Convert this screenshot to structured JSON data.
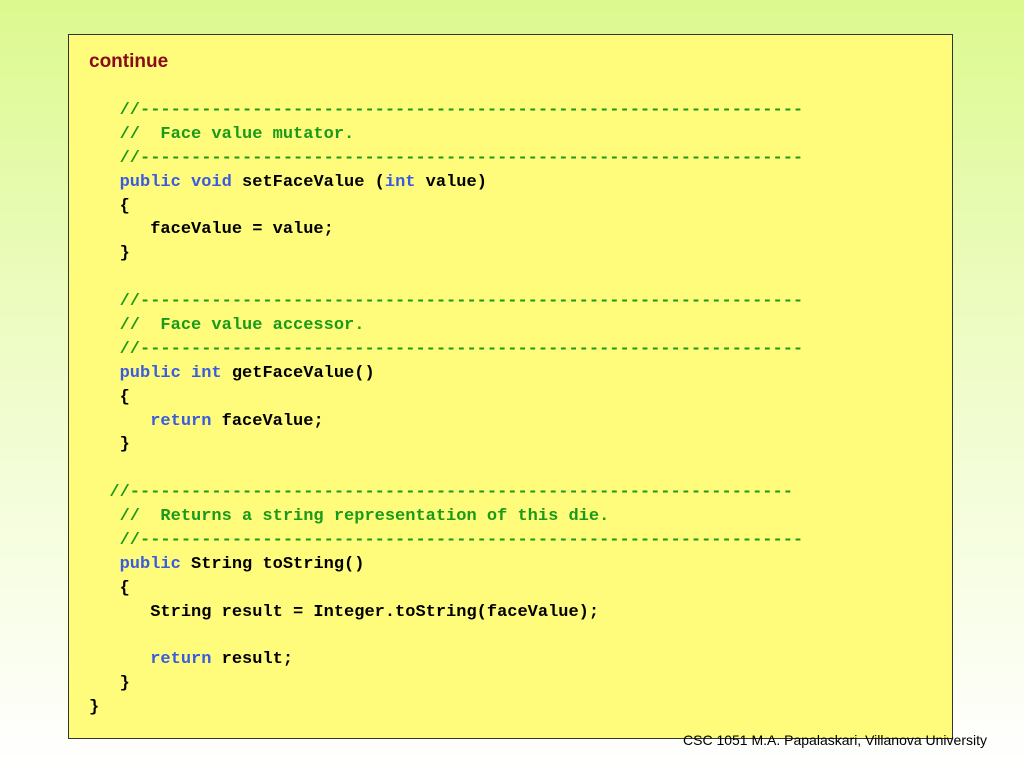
{
  "slide": {
    "heading": "continue",
    "footer": "CSC 1051 M.A. Papalaskari, Villanova University"
  },
  "colors": {
    "heading": "#8b0a1a",
    "comment": "#1a9a1a",
    "keyword": "#3a5be0",
    "plain": "#000000",
    "box_background": "#fffb7b",
    "page_gradient_top": "#dcf98f"
  },
  "code_lines": [
    [
      {
        "t": "comment",
        "s": "   //-----------------------------------------------------------------"
      }
    ],
    [
      {
        "t": "comment",
        "s": "   //  Face value mutator."
      }
    ],
    [
      {
        "t": "comment",
        "s": "   //-----------------------------------------------------------------"
      }
    ],
    [
      {
        "t": "plain",
        "s": "   "
      },
      {
        "t": "keyword",
        "s": "public"
      },
      {
        "t": "plain",
        "s": " "
      },
      {
        "t": "keyword",
        "s": "void"
      },
      {
        "t": "plain",
        "s": " setFaceValue ("
      },
      {
        "t": "keyword",
        "s": "int"
      },
      {
        "t": "plain",
        "s": " value)"
      }
    ],
    [
      {
        "t": "plain",
        "s": "   {"
      }
    ],
    [
      {
        "t": "plain",
        "s": "      faceValue = value;"
      }
    ],
    [
      {
        "t": "plain",
        "s": "   }"
      }
    ],
    [
      {
        "t": "plain",
        "s": ""
      }
    ],
    [
      {
        "t": "comment",
        "s": "   //-----------------------------------------------------------------"
      }
    ],
    [
      {
        "t": "comment",
        "s": "   //  Face value accessor."
      }
    ],
    [
      {
        "t": "comment",
        "s": "   //-----------------------------------------------------------------"
      }
    ],
    [
      {
        "t": "plain",
        "s": "   "
      },
      {
        "t": "keyword",
        "s": "public"
      },
      {
        "t": "plain",
        "s": " "
      },
      {
        "t": "keyword",
        "s": "int"
      },
      {
        "t": "plain",
        "s": " getFaceValue()"
      }
    ],
    [
      {
        "t": "plain",
        "s": "   {"
      }
    ],
    [
      {
        "t": "plain",
        "s": "      "
      },
      {
        "t": "keyword",
        "s": "return"
      },
      {
        "t": "plain",
        "s": " faceValue;"
      }
    ],
    [
      {
        "t": "plain",
        "s": "   }"
      }
    ],
    [
      {
        "t": "plain",
        "s": ""
      }
    ],
    [
      {
        "t": "comment",
        "s": "  //-----------------------------------------------------------------"
      }
    ],
    [
      {
        "t": "comment",
        "s": "   //  Returns a string representation of this die."
      }
    ],
    [
      {
        "t": "comment",
        "s": "   //-----------------------------------------------------------------"
      }
    ],
    [
      {
        "t": "plain",
        "s": "   "
      },
      {
        "t": "keyword",
        "s": "public"
      },
      {
        "t": "plain",
        "s": " String toString()"
      }
    ],
    [
      {
        "t": "plain",
        "s": "   {"
      }
    ],
    [
      {
        "t": "plain",
        "s": "      String result = Integer.toString(faceValue);"
      }
    ],
    [
      {
        "t": "plain",
        "s": ""
      }
    ],
    [
      {
        "t": "plain",
        "s": "      "
      },
      {
        "t": "keyword",
        "s": "return"
      },
      {
        "t": "plain",
        "s": " result;"
      }
    ],
    [
      {
        "t": "plain",
        "s": "   }"
      }
    ],
    [
      {
        "t": "plain",
        "s": "}"
      }
    ]
  ]
}
